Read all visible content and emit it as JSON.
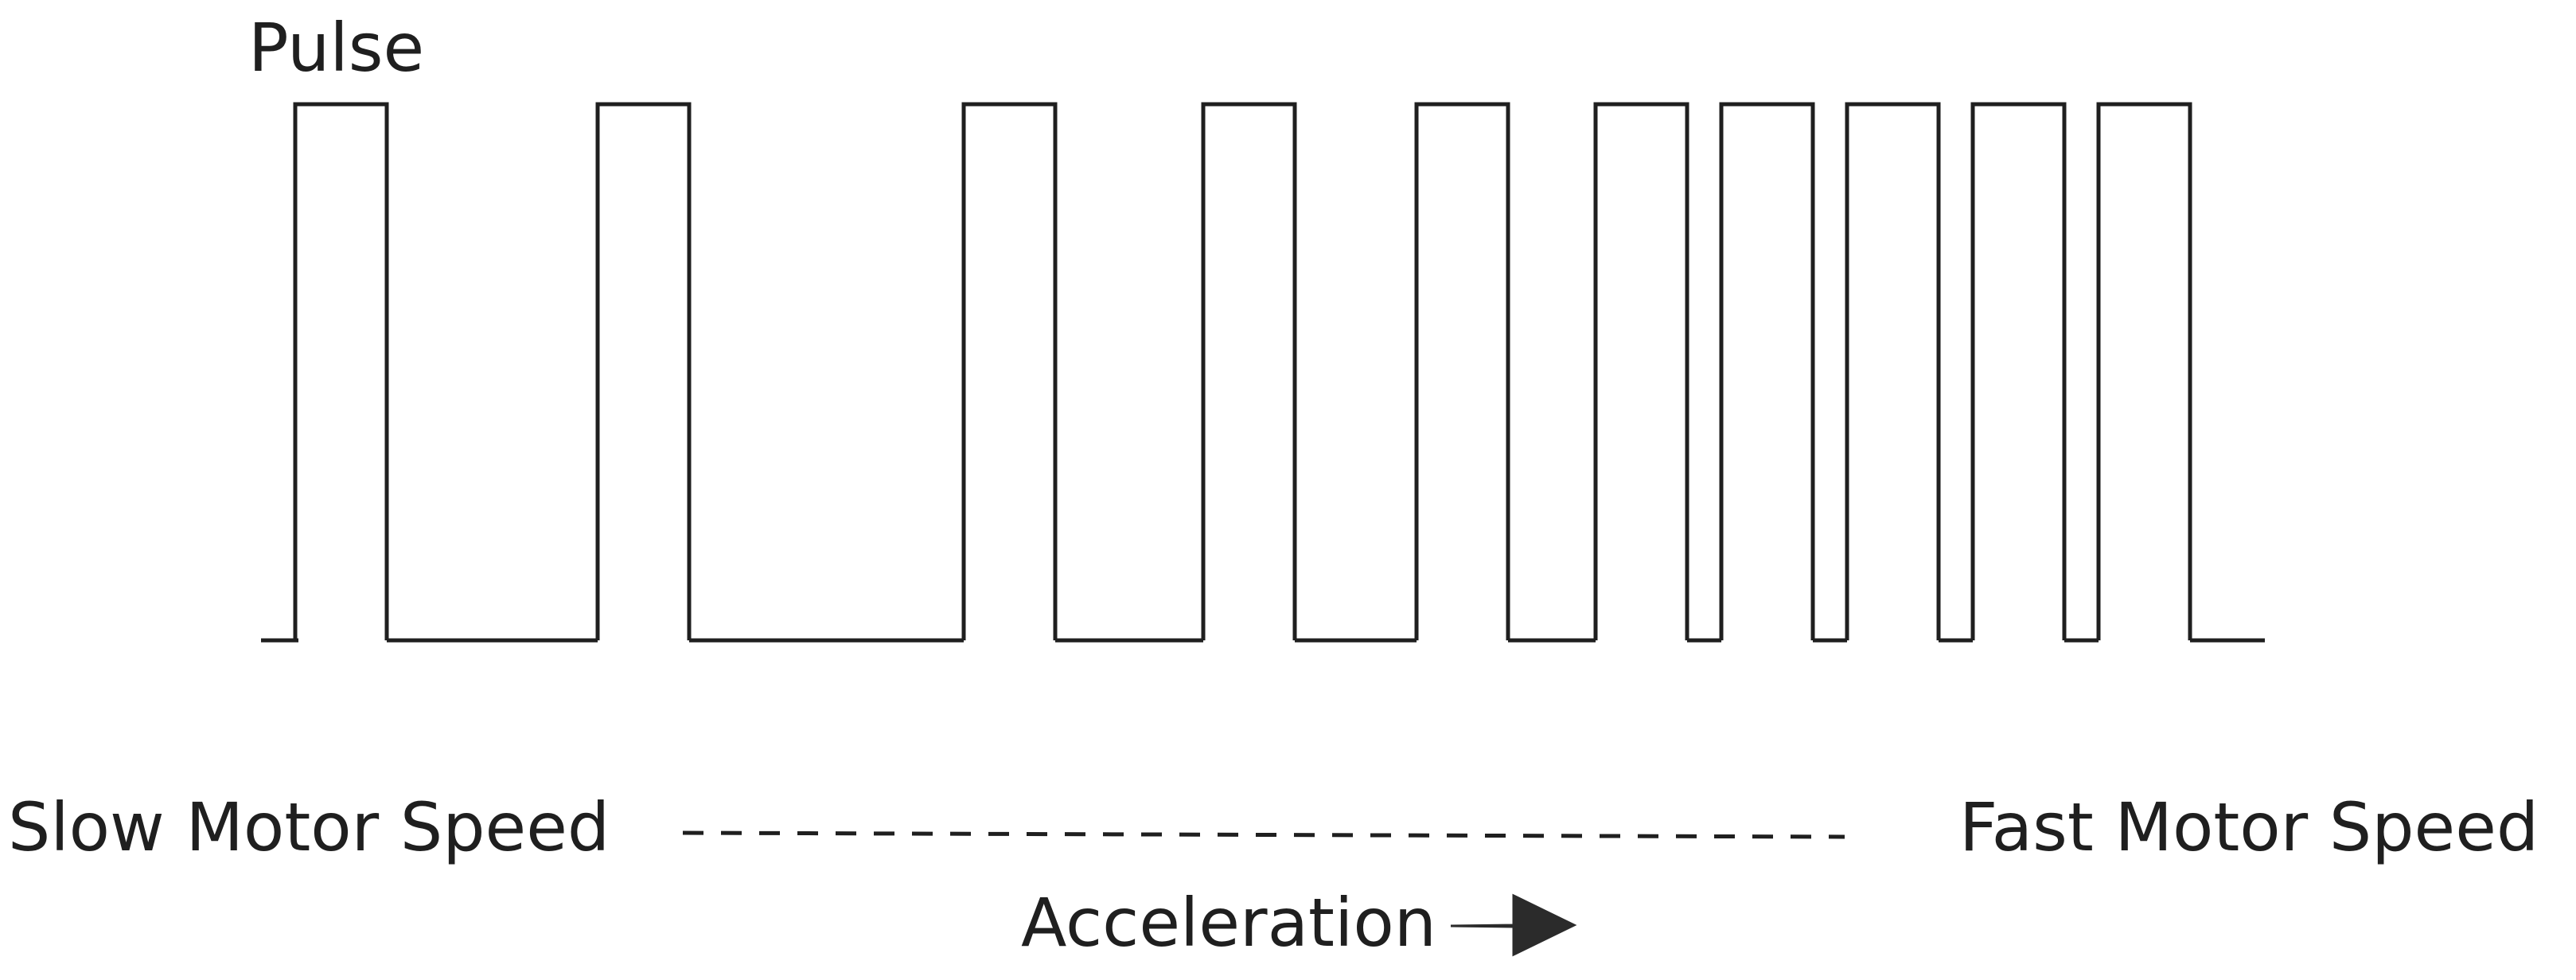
{
  "diagram": {
    "title": "Pulse",
    "left_label": "Slow Motor Speed",
    "right_label": "Fast Motor Speed",
    "arrow_label": "Acceleration",
    "pulse_count": 10,
    "description_colors": {
      "stroke": "#1f1f1f",
      "background": "#ffffff"
    }
  }
}
